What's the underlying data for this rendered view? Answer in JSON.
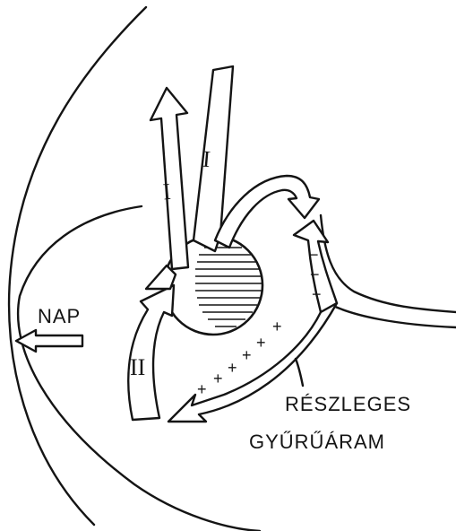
{
  "labels": {
    "sun": "NAP",
    "partial_ring_current_line1": "RÉSZLEGES",
    "partial_ring_current_line2": "GYŰRŰÁRAM"
  },
  "current_markers": {
    "region_one": "I",
    "region_two": "II"
  },
  "charge_symbols": {
    "positive": "+",
    "negative": "−"
  }
}
